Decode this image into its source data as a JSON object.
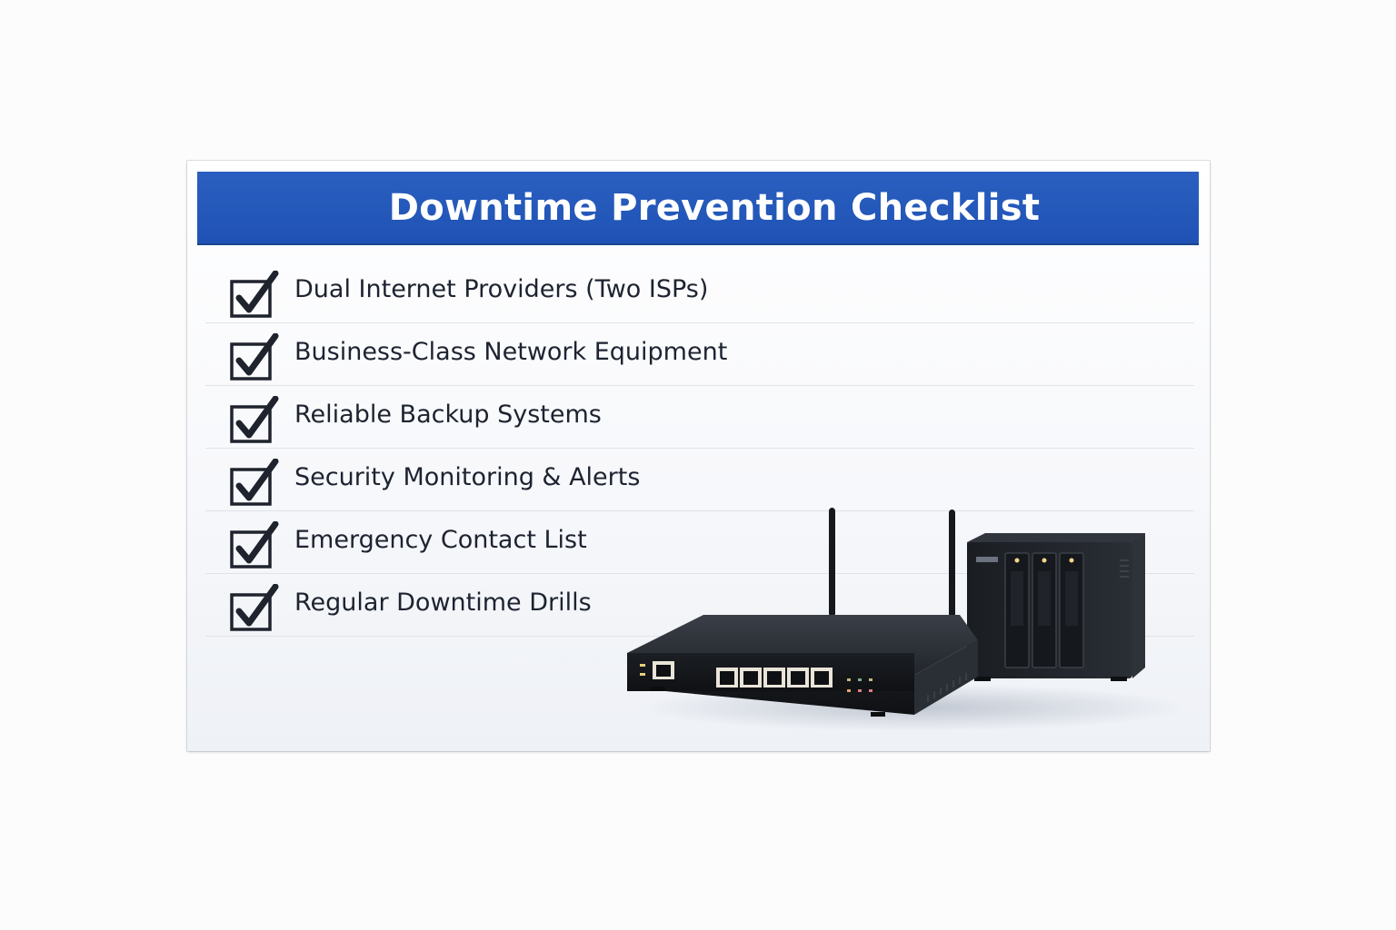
{
  "checklist": {
    "title": "Downtime Prevention Checklist",
    "items": [
      {
        "label": "Dual Internet Providers (Two ISPs)",
        "checked": true
      },
      {
        "label": "Business-Class Network Equipment",
        "checked": true
      },
      {
        "label": "Reliable Backup Systems",
        "checked": true
      },
      {
        "label": "Security Monitoring & Alerts",
        "checked": true
      },
      {
        "label": "Emergency Contact List",
        "checked": true
      },
      {
        "label": "Regular Downtime Drills",
        "checked": true
      }
    ],
    "icons": {
      "check": "checkbox-checked-icon",
      "router": "router-icon",
      "nas": "nas-storage-icon"
    },
    "colors": {
      "header": "#2358bb",
      "text": "#1d2330",
      "check": "#1e232d"
    }
  }
}
